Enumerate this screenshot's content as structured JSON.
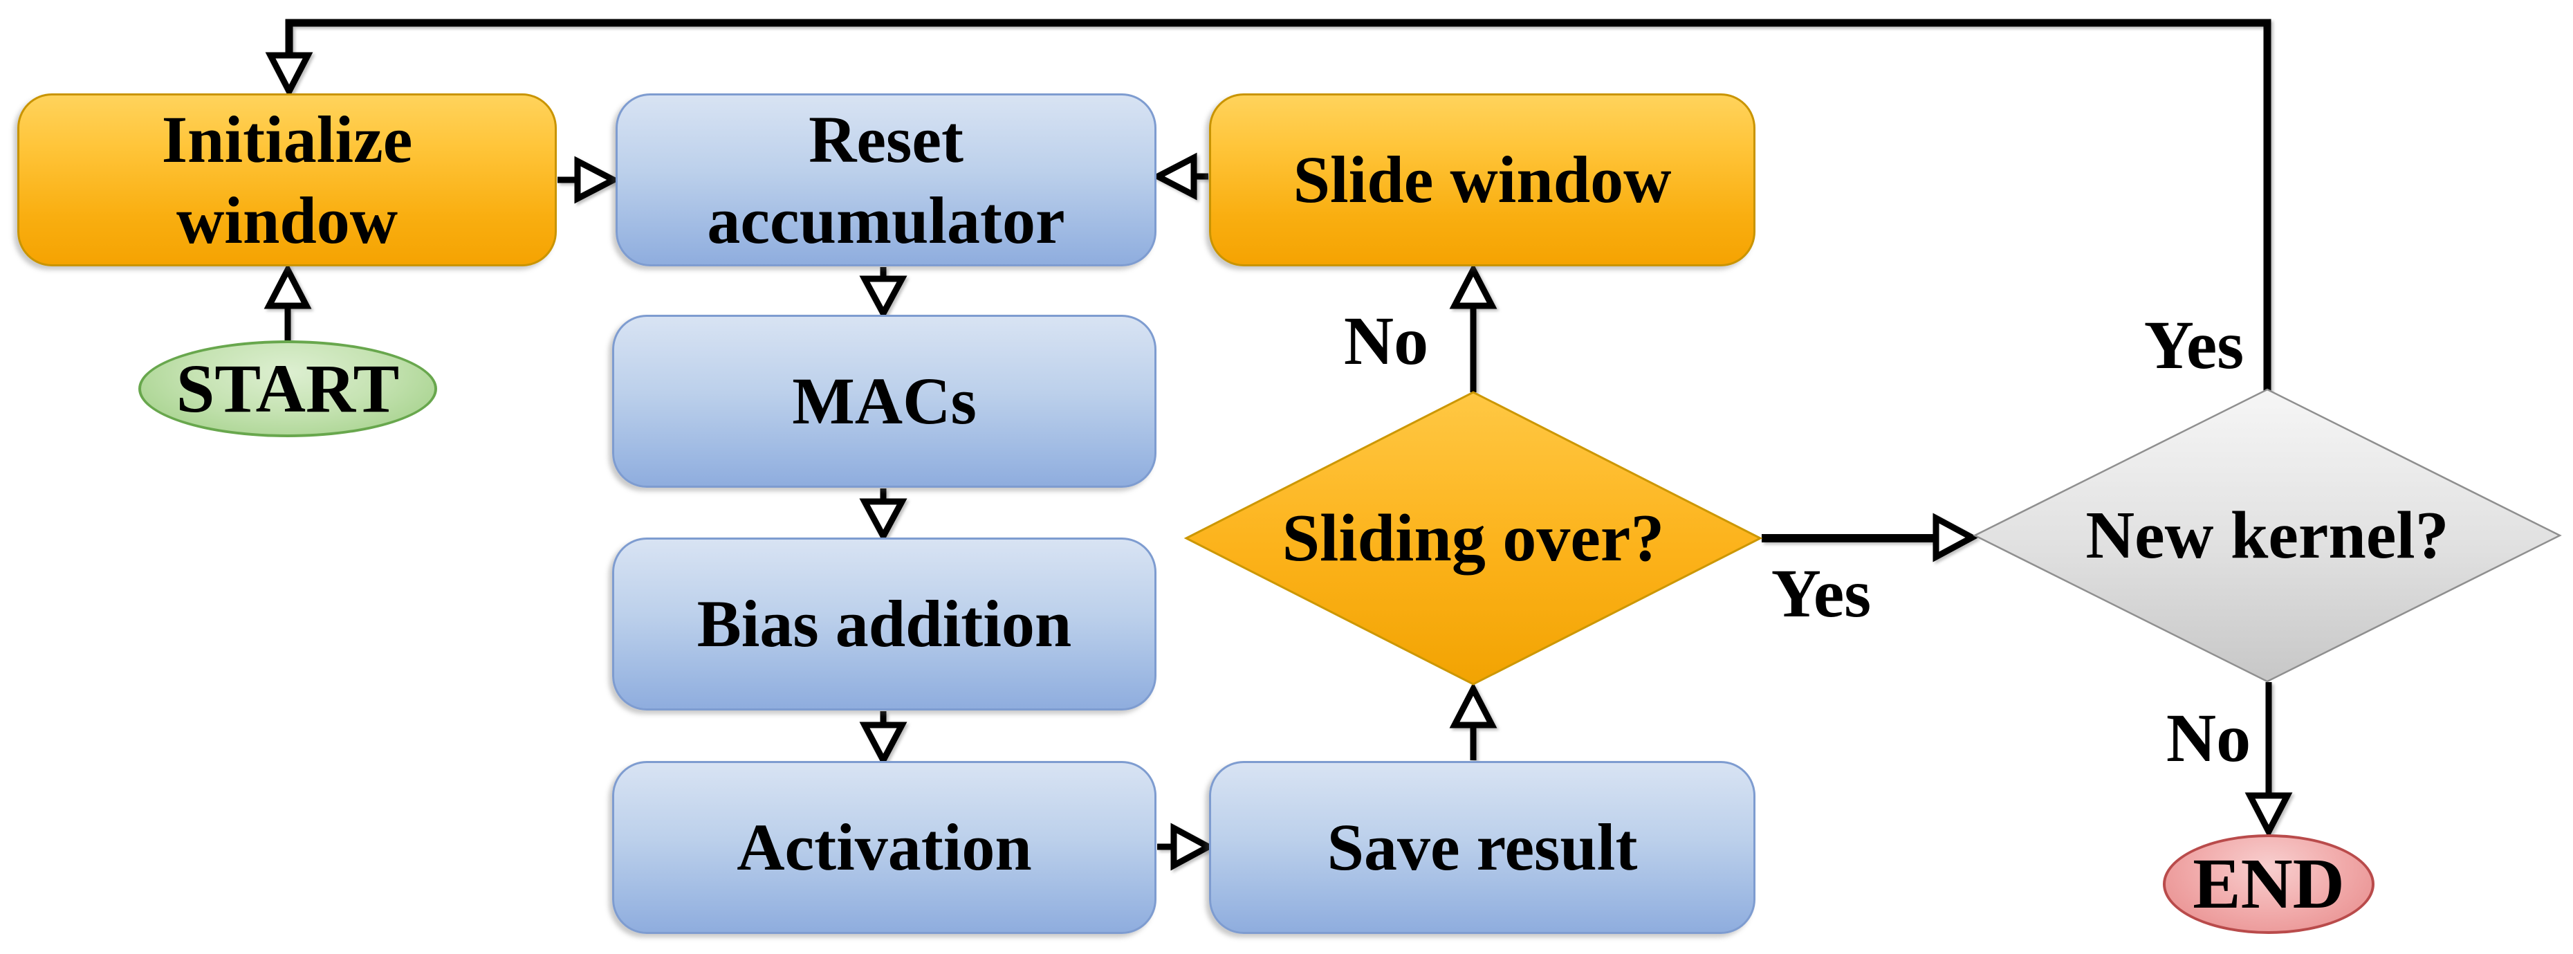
{
  "diagram": {
    "type": "flowchart",
    "nodes": {
      "start": {
        "label": "START",
        "shape": "ellipse",
        "fill": "green"
      },
      "initialize": {
        "label": "Initialize window",
        "shape": "process",
        "fill": "orange"
      },
      "reset": {
        "label": "Reset accumulator",
        "shape": "process",
        "fill": "blue"
      },
      "slide_window": {
        "label": "Slide window",
        "shape": "process",
        "fill": "orange"
      },
      "macs": {
        "label": "MACs",
        "shape": "process",
        "fill": "blue"
      },
      "bias": {
        "label": "Bias addition",
        "shape": "process",
        "fill": "blue"
      },
      "activation": {
        "label": "Activation",
        "shape": "process",
        "fill": "blue"
      },
      "save_result": {
        "label": "Save result",
        "shape": "process",
        "fill": "blue"
      },
      "sliding_over": {
        "label": "Sliding over?",
        "shape": "decision",
        "fill": "orange"
      },
      "new_kernel": {
        "label": "New kernel?",
        "shape": "decision",
        "fill": "gray"
      },
      "end": {
        "label": "END",
        "shape": "ellipse",
        "fill": "red"
      }
    },
    "edge_labels": {
      "sliding_over_no": "No",
      "sliding_over_yes": "Yes",
      "new_kernel_yes": "Yes",
      "new_kernel_no": "No"
    },
    "edges": [
      {
        "from": "START",
        "to": "Initialize window"
      },
      {
        "from": "Initialize window",
        "to": "Reset accumulator"
      },
      {
        "from": "Slide window",
        "to": "Reset accumulator"
      },
      {
        "from": "Reset accumulator",
        "to": "MACs"
      },
      {
        "from": "MACs",
        "to": "Bias addition"
      },
      {
        "from": "Bias addition",
        "to": "Activation"
      },
      {
        "from": "Activation",
        "to": "Save result"
      },
      {
        "from": "Save result",
        "to": "Sliding over?"
      },
      {
        "from": "Sliding over?",
        "to": "Slide window",
        "label": "No"
      },
      {
        "from": "Sliding over?",
        "to": "New kernel?",
        "label": "Yes"
      },
      {
        "from": "New kernel?",
        "to": "Initialize window",
        "label": "Yes"
      },
      {
        "from": "New kernel?",
        "to": "END",
        "label": "No"
      }
    ],
    "palette": {
      "process_orange_top": "#ffd35c",
      "process_orange_bottom": "#f5a302",
      "process_orange_border": "#c99400",
      "process_blue_top": "#d8e3f3",
      "process_blue_bottom": "#8fadde",
      "process_blue_border": "#7e9cd0",
      "decision_orange_top": "#ffc844",
      "decision_orange_bottom": "#f2a302",
      "decision_gray_top": "#f6f6f6",
      "decision_gray_bottom": "#c7c7c7",
      "start_green": "#9ccd81",
      "start_green_border": "#68a74d",
      "end_red": "#e68888",
      "end_red_border": "#b94b4b",
      "line_black": "#000000",
      "text_black": "#000000",
      "background": "#ffffff"
    }
  }
}
